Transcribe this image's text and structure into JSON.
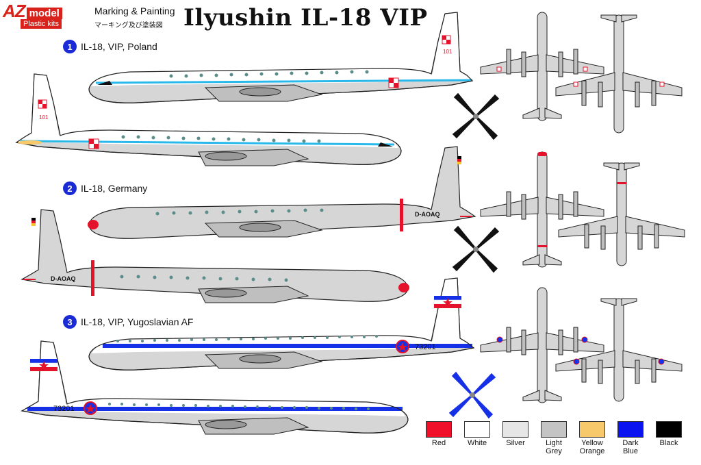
{
  "logo": {
    "brand": "AZ",
    "model": "model",
    "sub": "Plastic kits"
  },
  "header": {
    "marking": "Marking & Painting",
    "marking_jp": "マーキング及び塗装図",
    "title": "Ilyushin IL-18 VIP"
  },
  "sections": [
    {
      "num": "1",
      "label": "IL-18, VIP, Poland"
    },
    {
      "num": "2",
      "label": "IL-18, Germany"
    },
    {
      "num": "3",
      "label": "IL-18, VIP, Yugoslavian AF"
    }
  ],
  "aircraft_markings": {
    "poland_fin": "101",
    "germany_reg": "D-AOAQ",
    "yugo_reg": "73201"
  },
  "colors": {
    "silver": "#d6d6d6",
    "white": "#ffffff",
    "light_grey": "#bfbfbf",
    "red": "#e4122b",
    "cyan": "#28b8ea",
    "blue": "#1530e6",
    "black": "#000000"
  },
  "palette": [
    {
      "label": "Red",
      "color": "#f0102a"
    },
    {
      "label": "White",
      "color": "#ffffff"
    },
    {
      "label": "Silver",
      "color": "#e6e6e6"
    },
    {
      "label": "Light Grey",
      "color": "#c4c4c4"
    },
    {
      "label": "Yellow Orange",
      "color": "#f7c96b"
    },
    {
      "label": "Dark Blue",
      "color": "#0a14f0"
    },
    {
      "label": "Black",
      "color": "#000000"
    }
  ]
}
